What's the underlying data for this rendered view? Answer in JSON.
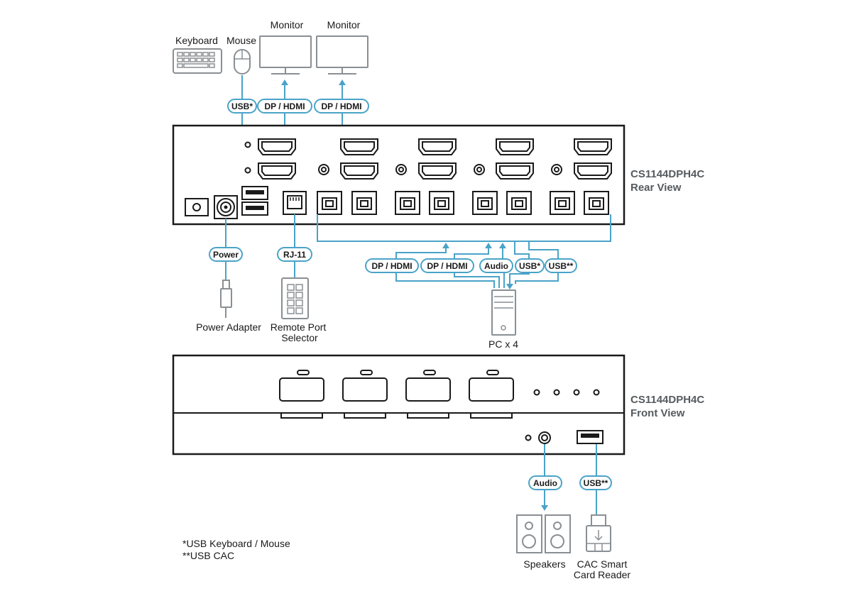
{
  "devices": {
    "keyboard": "Keyboard",
    "mouse": "Mouse",
    "monitor1": "Monitor",
    "monitor2": "Monitor",
    "power_adapter": "Power Adapter",
    "remote_port_line1": "Remote Port",
    "remote_port_line2": "Selector",
    "pc": "PC x 4",
    "speakers": "Speakers",
    "cac_line1": "CAC Smart",
    "cac_line2": "Card Reader"
  },
  "connectors": {
    "usb_kbm": "USB*",
    "dp_hdmi_1": "DP / HDMI",
    "dp_hdmi_2": "DP / HDMI",
    "power": "Power",
    "rj11": "RJ-11",
    "pc_dp_hdmi_1": "DP / HDMI",
    "pc_dp_hdmi_2": "DP / HDMI",
    "pc_audio": "Audio",
    "pc_usb": "USB*",
    "pc_usb_cac": "USB**",
    "front_audio": "Audio",
    "front_usb_cac": "USB**"
  },
  "rear_view": {
    "model": "CS1144DPH4C",
    "view": "Rear View"
  },
  "front_view": {
    "model": "CS1144DPH4C",
    "view": "Front View"
  },
  "notes": {
    "line1": "*USB Keyboard / Mouse",
    "line2": "**USB CAC"
  },
  "colors": {
    "accent": "#4aa3c8",
    "outline": "#1a1a1a",
    "device": "#8a8f93",
    "title": "#555a5e"
  }
}
